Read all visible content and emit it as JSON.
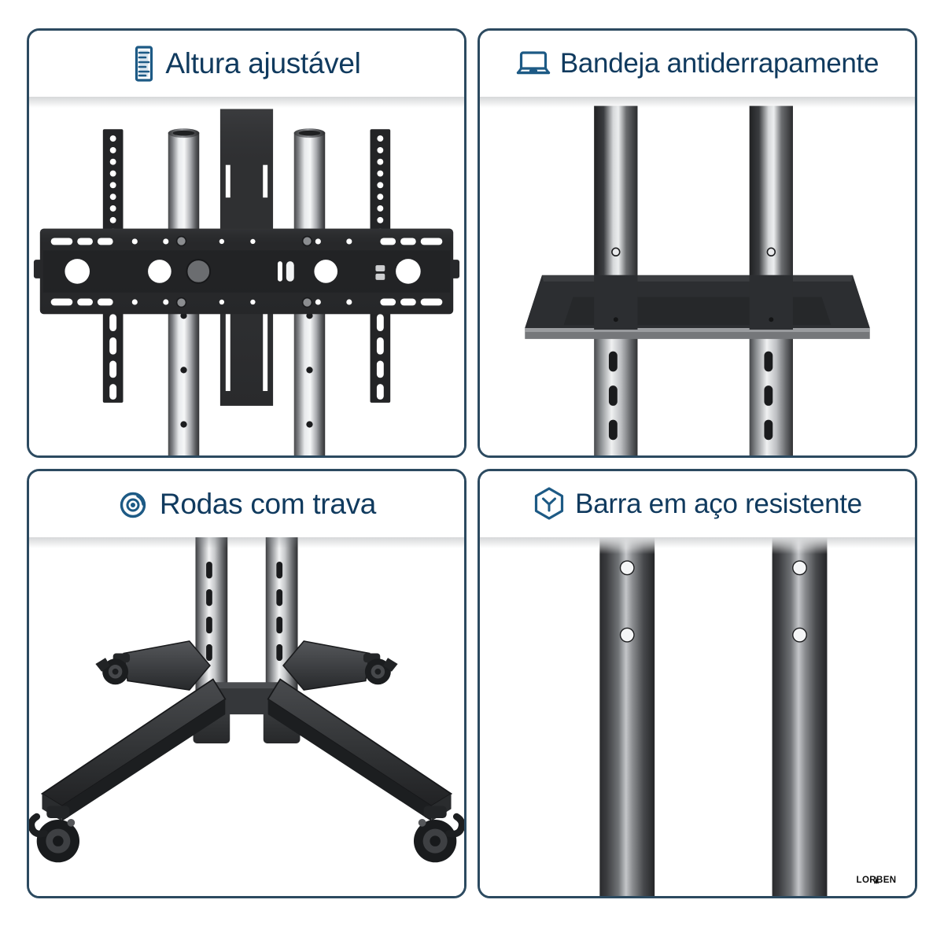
{
  "page": {
    "language": "pt-BR",
    "layout": "2x2 feature grid",
    "background_color": "#ffffff",
    "panel_border_color": "#2c4a60",
    "title_color": "#103a5e",
    "icon_color": "#1d5a85"
  },
  "panels": [
    {
      "id": "altura-ajustavel",
      "title": "Altura ajustável",
      "icon": "ruler-icon",
      "subject": "tv-mount-bracket"
    },
    {
      "id": "bandeja-antiderrapamente",
      "title": "Bandeja antiderrapamente",
      "icon": "tray-laptop-icon",
      "subject": "shelf-tray"
    },
    {
      "id": "rodas-com-trava",
      "title": "Rodas com trava",
      "icon": "caster-wheel-icon",
      "subject": "wheeled-base"
    },
    {
      "id": "barra-em-aco-resistente",
      "title": "Barra em aço resistente",
      "icon": "hexagon-steel-icon",
      "subject": "steel-poles"
    }
  ],
  "brand": {
    "name": "LORBEN",
    "mark": "lorben-figure-icon"
  }
}
